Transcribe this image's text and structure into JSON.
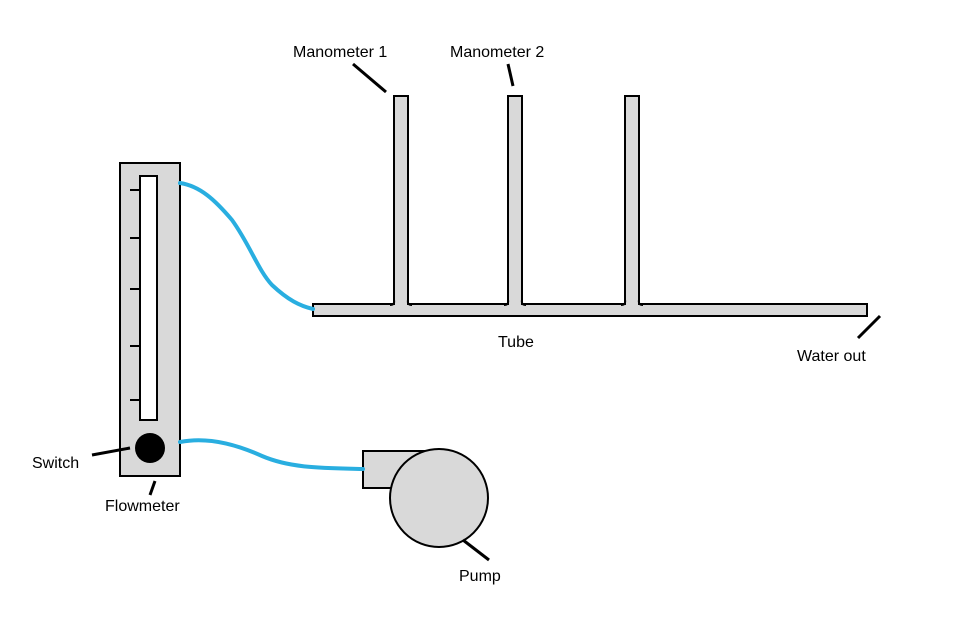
{
  "labels": {
    "manometer_1": "Manometer 1",
    "manometer_2": "Manometer 2",
    "tube": "Tube",
    "water_out": "Water out",
    "switch": "Switch",
    "flowmeter": "Flowmeter",
    "pump": "Pump"
  },
  "colors": {
    "part_fill": "#d9d9d9",
    "outline": "#000000",
    "hose": "#29aee0",
    "switch_button": "#000000"
  }
}
